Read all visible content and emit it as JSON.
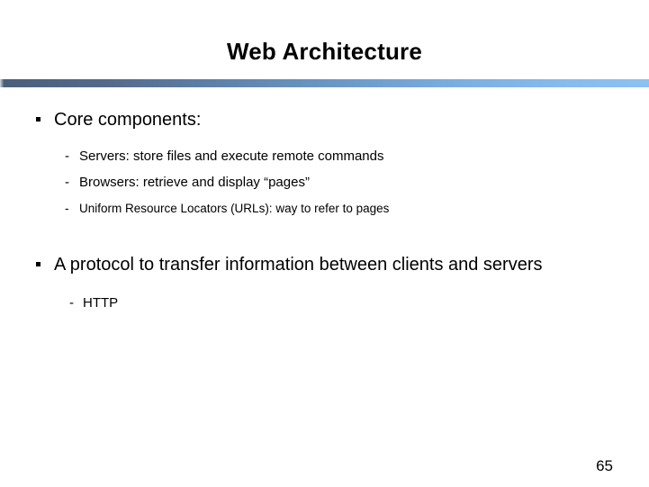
{
  "slide": {
    "title": "Web Architecture",
    "page_number": "65",
    "background_color": "#ffffff",
    "text_color": "#000000",
    "divider": {
      "gradient_start_color": "#4a5f7a",
      "gradient_mid_color": "#6d9ccb",
      "gradient_end_color": "#8cc0f0"
    },
    "markers": {
      "level1_bullet": "square-bullet",
      "level2_bullet": "-"
    },
    "bullets": [
      {
        "text": "Core components:",
        "children": [
          {
            "text": "Servers: store files and execute remote commands"
          },
          {
            "text": "Browsers: retrieve and display “pages”"
          },
          {
            "text": "Uniform Resource Locators (URLs): way to refer to pages"
          }
        ]
      },
      {
        "text": "A protocol to transfer information between clients and servers",
        "children": [
          {
            "text": "HTTP"
          }
        ]
      }
    ]
  }
}
